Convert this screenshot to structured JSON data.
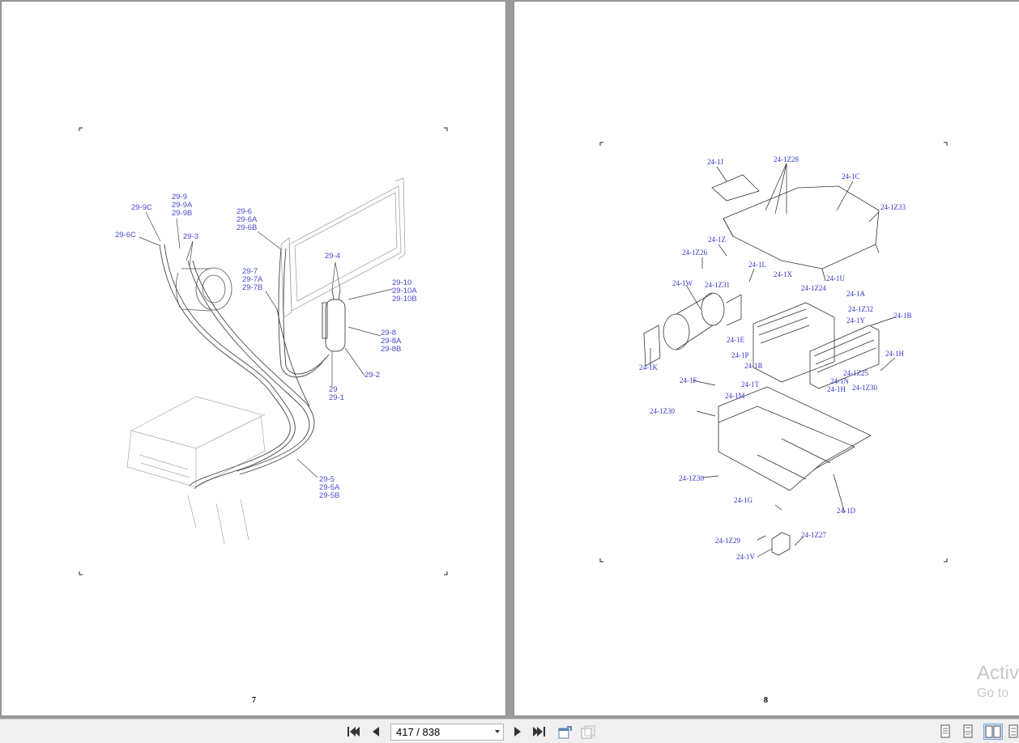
{
  "left_page": {
    "page_number": "7",
    "callouts": [
      "29-9C",
      "29-9",
      "29-9A",
      "29-9B",
      "29-6C",
      "29-3",
      "29-6",
      "29-6A",
      "29-6B",
      "29-4",
      "29-7",
      "29-7A",
      "29-7B",
      "29-10",
      "29-10A",
      "29-10B",
      "29-8",
      "29-8A",
      "29-8B",
      "29-2",
      "29",
      "29-1",
      "29-5",
      "29-5A",
      "29-5B"
    ]
  },
  "right_page": {
    "page_number": "8",
    "callouts": [
      "24-1J",
      "24-1Z28",
      "24-1C",
      "24-1Z33",
      "24-1Z26",
      "24-1Z",
      "24-1L",
      "24-1X",
      "24-1W",
      "24-1Z31",
      "24-1Z24",
      "24-1U",
      "24-1A",
      "24-1Z32",
      "24-1Y",
      "24-1B",
      "24-1E",
      "24-1P",
      "24-1K",
      "24-1H",
      "24-1R",
      "24-1Z25",
      "24-1N",
      "24-1F",
      "24-1T",
      "24-1H",
      "24-1Z30",
      "24-1M",
      "24-1Z30",
      "24-1Z30",
      "24-1G",
      "24-1D",
      "24-1Z29",
      "24-1Z27",
      "24-1V"
    ]
  },
  "watermark": {
    "line1": "Activ",
    "line2": "Go to"
  },
  "toolbar": {
    "page_indicator": "417 / 838",
    "buttons": [
      "first-page",
      "previous-page",
      "next-page",
      "last-page",
      "previous-view",
      "next-view",
      "single-page-view",
      "continuous-view",
      "two-page-view",
      "two-page-continuous-view"
    ]
  }
}
